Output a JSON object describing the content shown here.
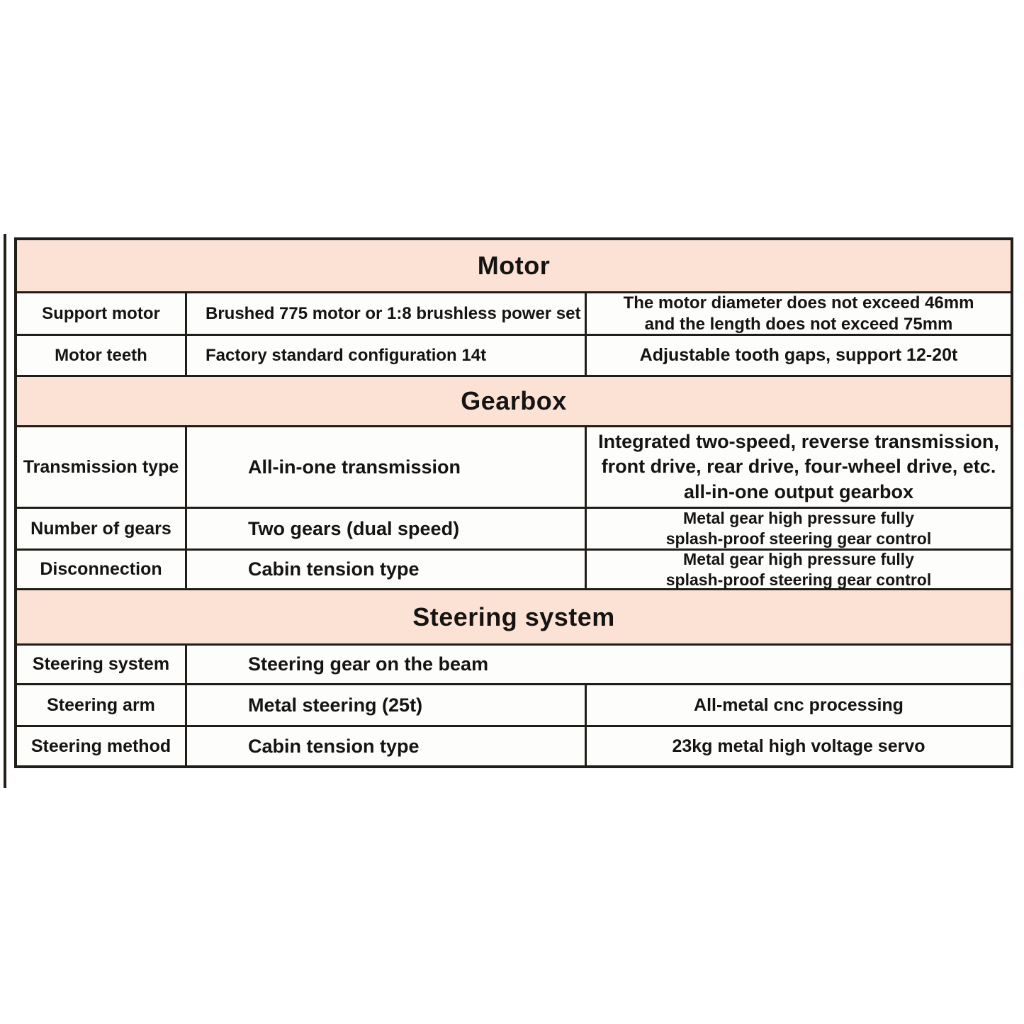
{
  "colors": {
    "section_header_bg": "#fce2d5",
    "border": "#211e1a",
    "text": "#161412"
  },
  "table": {
    "sections": [
      {
        "title": "Motor",
        "rows": [
          {
            "label": "Support motor",
            "value": "Brushed 775 motor or 1:8 brushless power set",
            "detail": "The motor diameter does not exceed 46mm\nand the length does not exceed 75mm"
          },
          {
            "label": "Motor teeth",
            "value": "Factory standard configuration 14t",
            "detail": "Adjustable tooth gaps, support 12-20t"
          }
        ]
      },
      {
        "title": "Gearbox",
        "rows": [
          {
            "label": "Transmission type",
            "value": "All-in-one transmission",
            "detail": "Integrated two-speed, reverse transmission,\nfront drive, rear drive, four-wheel drive, etc.\nall-in-one output gearbox"
          },
          {
            "label": "Number of gears",
            "value": "Two gears (dual speed)",
            "detail": "Metal gear high pressure fully\nsplash-proof steering gear control"
          },
          {
            "label": "Disconnection",
            "value": "Cabin tension type",
            "detail": "Metal gear high pressure fully\nsplash-proof steering gear control"
          }
        ]
      },
      {
        "title": "Steering system",
        "rows": [
          {
            "label": "Steering system",
            "value": "Steering gear on the beam",
            "detail": null
          },
          {
            "label": "Steering arm",
            "value": "Metal steering (25t)",
            "detail": "All-metal cnc processing"
          },
          {
            "label": "Steering method",
            "value": "Cabin tension type",
            "detail": "23kg metal high voltage servo"
          }
        ]
      }
    ]
  }
}
